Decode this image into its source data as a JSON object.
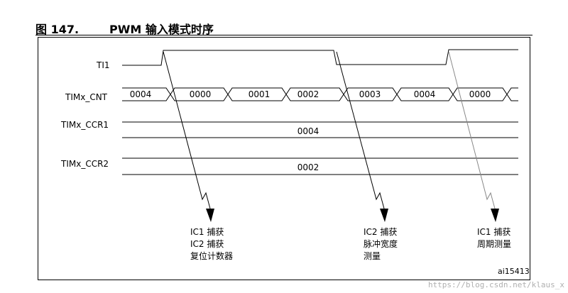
{
  "figure": {
    "number": "图 147.",
    "title": "PWM 输入模式时序",
    "ref_id": "ai15413"
  },
  "signals": {
    "ti1": "TI1",
    "cnt": "TIMx_CNT",
    "ccr1": "TIMx_CCR1",
    "ccr2": "TIMx_CCR2"
  },
  "cnt_values": [
    "0004",
    "0000",
    "0001",
    "0002",
    "0003",
    "0004",
    "0000"
  ],
  "ccr1_value": "0004",
  "ccr2_value": "0002",
  "annotations": {
    "a1": [
      "IC1 捕获",
      "IC2 捕获",
      "复位计数器"
    ],
    "a2": [
      "IC2 捕获",
      "脉冲宽度",
      "测量"
    ],
    "a3": [
      "IC1 捕获",
      "周期测量"
    ]
  },
  "watermark": "https://blog.csdn.net/klaus_x",
  "colors": {
    "line": "#000000",
    "background": "#ffffff",
    "watermark": "#b0b0b0"
  }
}
